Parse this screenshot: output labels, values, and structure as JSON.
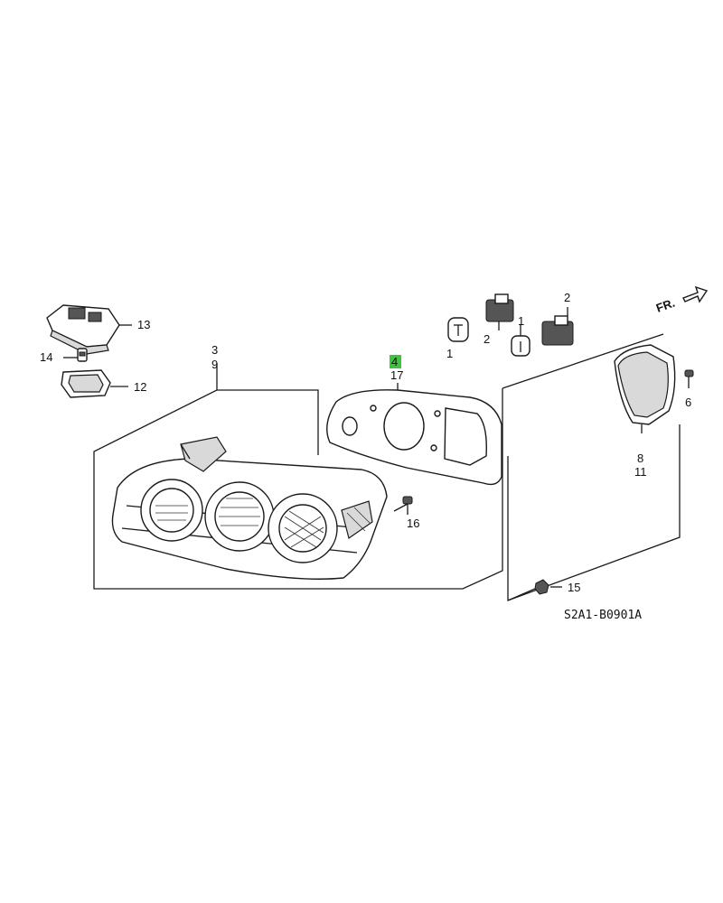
{
  "diagram": {
    "direction_label": "FR.",
    "diagram_code": "S2A1-B0901A",
    "highlight_color": "#3cc43c",
    "callouts": {
      "c13": "13",
      "c14": "14",
      "c12": "12",
      "c3": "3",
      "c9": "9",
      "c4": "4",
      "c17": "17",
      "c16": "16",
      "c1a": "1",
      "c2a": "2",
      "c1b": "1",
      "c2b": "2",
      "c6": "6",
      "c8": "8",
      "c11": "11",
      "c15": "15"
    }
  }
}
